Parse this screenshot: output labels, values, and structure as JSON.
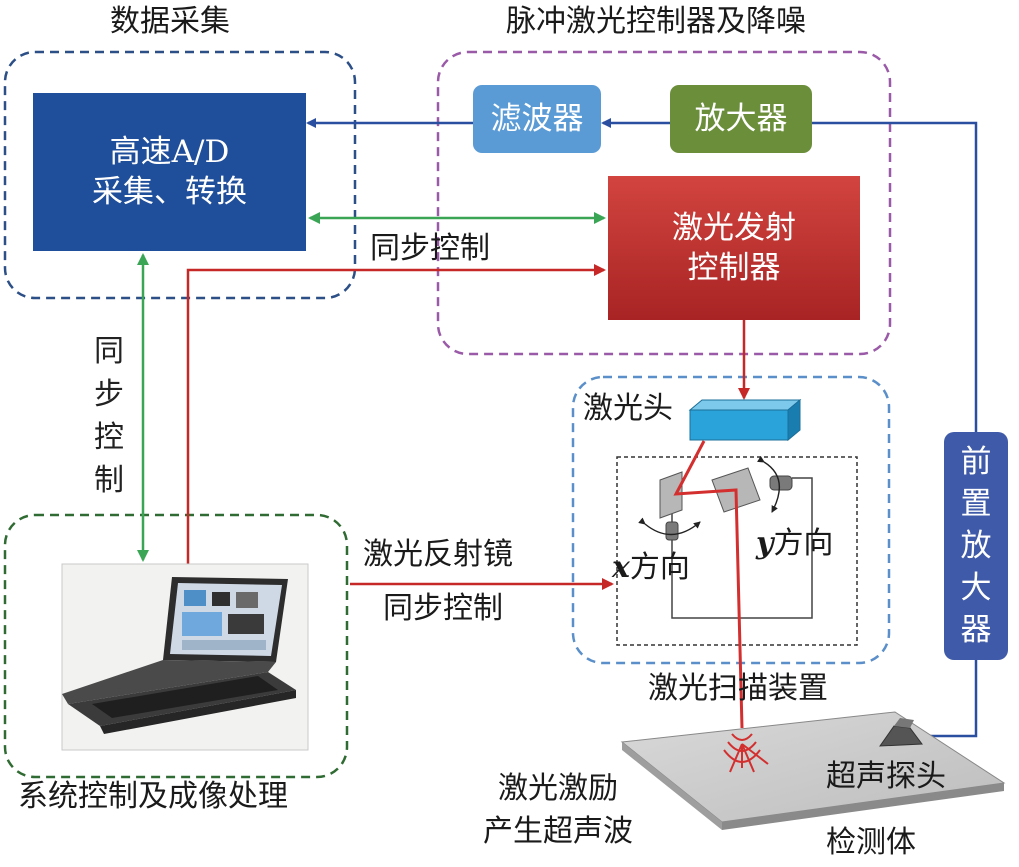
{
  "groups": {
    "data_acquisition": "数据采集",
    "laser_control": "脉冲激光控制器及降噪",
    "system_control": "系统控制及成像处理",
    "scanner": "激光扫描装置"
  },
  "blocks": {
    "adc_line1": "高速A/D",
    "adc_line2": "采集、转换",
    "filter": "滤波器",
    "amplifier": "放大器",
    "laser_ctrl_line1": "激光发射",
    "laser_ctrl_line2": "控制器",
    "preamp": [
      "前",
      "置",
      "放",
      "大",
      "器"
    ]
  },
  "labels": {
    "sync_control_h": "同步控制",
    "sync_control_v": [
      "同",
      "步",
      "控",
      "制"
    ],
    "mirror_sync_line1": "激光反射镜",
    "mirror_sync_line2": "同步控制",
    "laser_head": "激光头",
    "x_var": "x",
    "x_dir": "方向",
    "y_var": "y",
    "y_dir": "方向",
    "excitation_line1": "激光激励",
    "excitation_line2": "产生超声波",
    "probe": "超声探头",
    "specimen": "检测体"
  },
  "colors": {
    "adc_block": "#1f4e9a",
    "filter_block": "#5b9bd5",
    "amplifier_block": "#6b8e3a",
    "laser_ctrl_block": "#c0302f",
    "preamp_block": "#3f5aa8",
    "laser_head": "#29a3d9",
    "signal_line": "#2b4fa0",
    "sync_green": "#3aa655",
    "laser_red": "#c62828",
    "group_blue": "#2b4f86",
    "group_purple": "#9a5aa8",
    "group_green": "#2f6b32",
    "group_lightblue": "#5b8fc9"
  }
}
